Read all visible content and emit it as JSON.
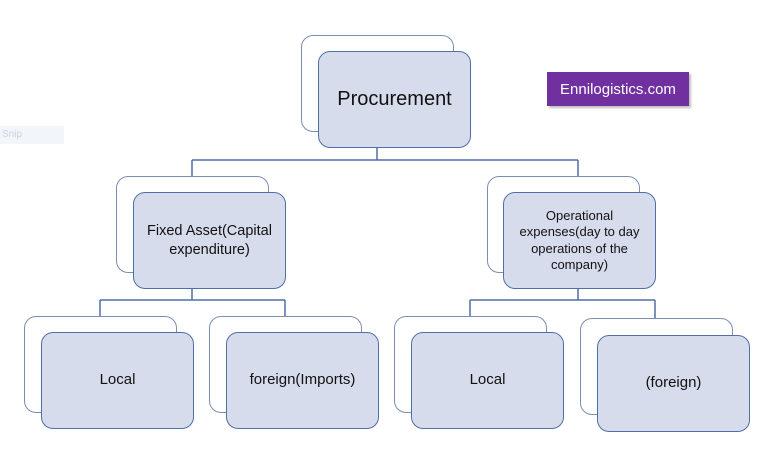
{
  "diagram": {
    "nodes": {
      "root": "Procurement",
      "capital": "Fixed Asset(Capital expenditure)",
      "operational": "Operational expenses(day to day operations of the company)",
      "capital_local": "Local",
      "capital_foreign": "foreign(Imports)",
      "operational_local": "Local",
      "operational_foreign": "(foreign)"
    },
    "watermark": "Ennilogistics.com",
    "faint_tag": "Snip"
  },
  "colors": {
    "box_fill": "#d7dcec",
    "box_border": "#4f6fa5",
    "connector": "#4f6fa5",
    "watermark_bg": "#7030a0"
  }
}
